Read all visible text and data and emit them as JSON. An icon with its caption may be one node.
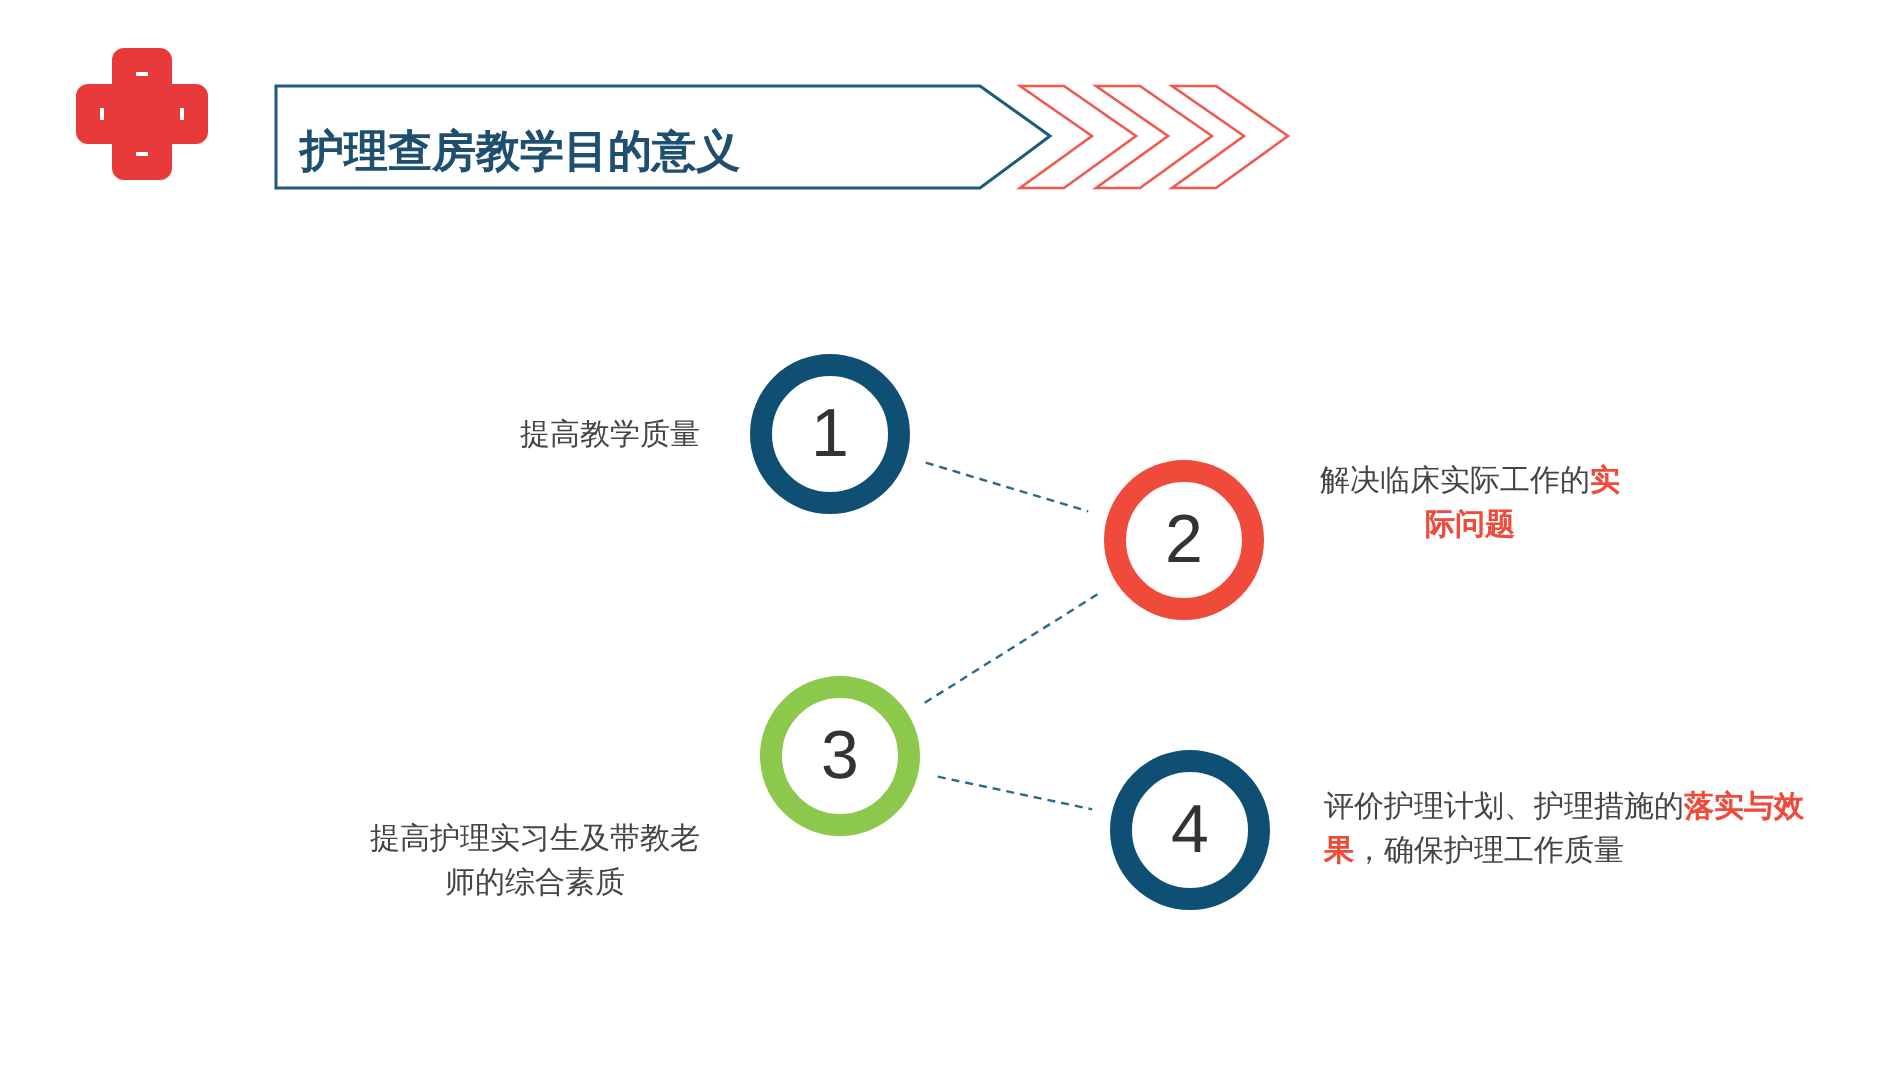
{
  "diagram": {
    "title": "护理查房教学目的意义",
    "nodes": [
      {
        "text": [
          "1"
        ],
        "beside": [
          "提高教学质量"
        ]
      },
      {
        "text": [
          "2"
        ],
        "beside": [
          "解决临床实际工作的**实际问题**"
        ]
      },
      {
        "text": [
          "3"
        ],
        "beside": [
          "提高护理实习生及带教老师的综合素质"
        ]
      },
      {
        "text": [
          "4"
        ],
        "beside": [
          "评价护理计划、护理措施的**落实与效果**，确保护理工作质量"
        ]
      }
    ],
    "edges": [
      {
        "from": 0,
        "to": 1,
        "arrow": "none",
        "style": "dashed"
      },
      {
        "from": 2,
        "to": 1,
        "arrow": "none",
        "style": "dashed"
      },
      {
        "from": 2,
        "to": 3,
        "arrow": "none",
        "style": "dashed"
      }
    ]
  }
}
